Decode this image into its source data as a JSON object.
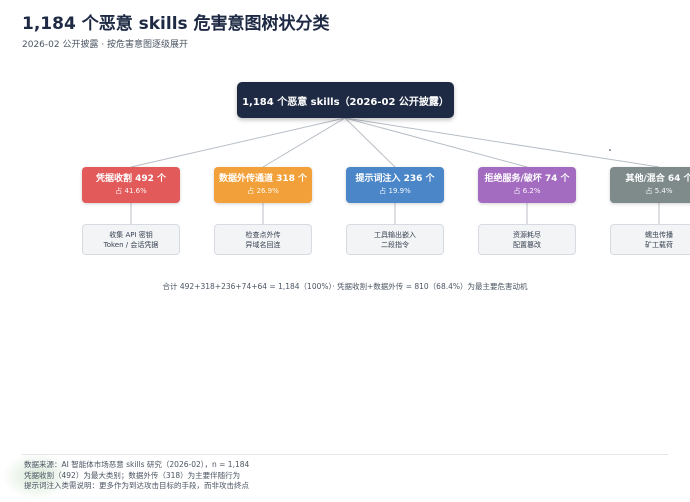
{
  "title": "1,184 个恶意 skills 危害意图树状分类",
  "subtitle": "2026-02 公开披露 · 按危害意图逐级展开",
  "root": {
    "label": "1,184 个恶意 skills（2026-02 公开披露）",
    "color": "#1e2a44"
  },
  "categories": [
    {
      "name": "凭据收割 492 个",
      "pct": "占 41.6%",
      "color": "#e35a5a",
      "children": [
        "收集 API 密钥",
        "Token / 会话凭据"
      ]
    },
    {
      "name": "数据外传通道 318 个",
      "pct": "占 26.9%",
      "color": "#f2a13a",
      "children": [
        "检查点外传",
        "异域名回连"
      ]
    },
    {
      "name": "提示词注入 236 个",
      "pct": "占 19.9%",
      "color": "#4a86c8",
      "children": [
        "工具输出嵌入",
        "二段指令"
      ]
    },
    {
      "name": "拒绝服务/破坏 74 个",
      "pct": "占 6.2%",
      "color": "#a46cc0",
      "children": [
        "资源耗尽",
        "配置篡改"
      ]
    },
    {
      "name": "其他/混合 64 个",
      "pct": "占 5.4%",
      "color": "#7f8a8a",
      "children": [
        "蠕虫传播",
        "矿工载荷"
      ]
    }
  ],
  "summary": "合计 492+318+236+74+64 = 1,184（100%）· 凭据收割+数据外传 = 810（68.4%）为最主要危害动机",
  "footer": [
    "数据来源：AI 智能体市场恶意 skills 研究（2026-02），n = 1,184",
    "凭据收割（492）为最大类别；数据外传（318）为主要伴随行为",
    "提示词注入类需说明：更多作为到达攻击目标的手段，而非攻击终点"
  ]
}
